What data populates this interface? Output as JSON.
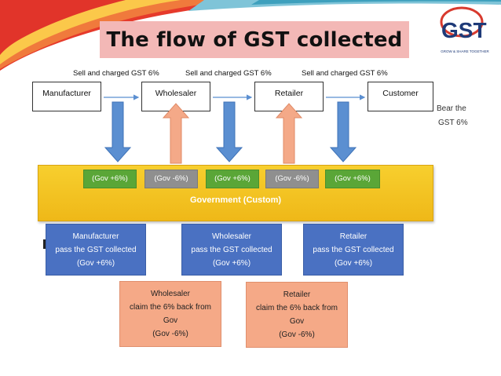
{
  "title": "The flow of GST collected",
  "logo": {
    "text": "GST",
    "tagline": "GROW & SHARE TOGETHER",
    "icon": "gst-logo-icon"
  },
  "entities": [
    "Manufacturer",
    "Wholesaler",
    "Retailer",
    "Customer"
  ],
  "flow_labels": [
    "Sell and charged GST 6%",
    "Sell and charged GST 6%",
    "Sell and charged GST 6%"
  ],
  "bear": {
    "line1": "Bear the",
    "line2": "GST 6%"
  },
  "government": {
    "label": "Government (Custom)",
    "chips": [
      "(Gov +6%)",
      "(Gov -6%)",
      "(Gov +6%)",
      "(Gov -6%)",
      "(Gov +6%)"
    ]
  },
  "pass_boxes": [
    {
      "line1": "Manufacturer",
      "line2": "pass the GST collected",
      "line3": "(Gov +6%)"
    },
    {
      "line1": "Wholesaler",
      "line2": "pass the GST collected",
      "line3": "(Gov +6%)"
    },
    {
      "line1": "Retailer",
      "line2": "pass the GST collected",
      "line3": "(Gov +6%)"
    }
  ],
  "claim_boxes": [
    {
      "line1": "Wholesaler",
      "line2": "claim the 6% back from",
      "line3": "Gov",
      "line4": "(Gov -6%)"
    },
    {
      "line1": "Retailer",
      "line2": "claim the 6% back from",
      "line3": "Gov",
      "line4": "(Gov -6%)"
    }
  ],
  "colors": {
    "title_bg": "#f3b8b6",
    "gov_band": "#f4c125",
    "chip_plus": "#5aa637",
    "chip_minus": "#8f8f8f",
    "pass_box": "#4a71c2",
    "claim_box": "#f5a987",
    "arrow_down": "#5b8fd1",
    "arrow_up": "#f4a988"
  }
}
